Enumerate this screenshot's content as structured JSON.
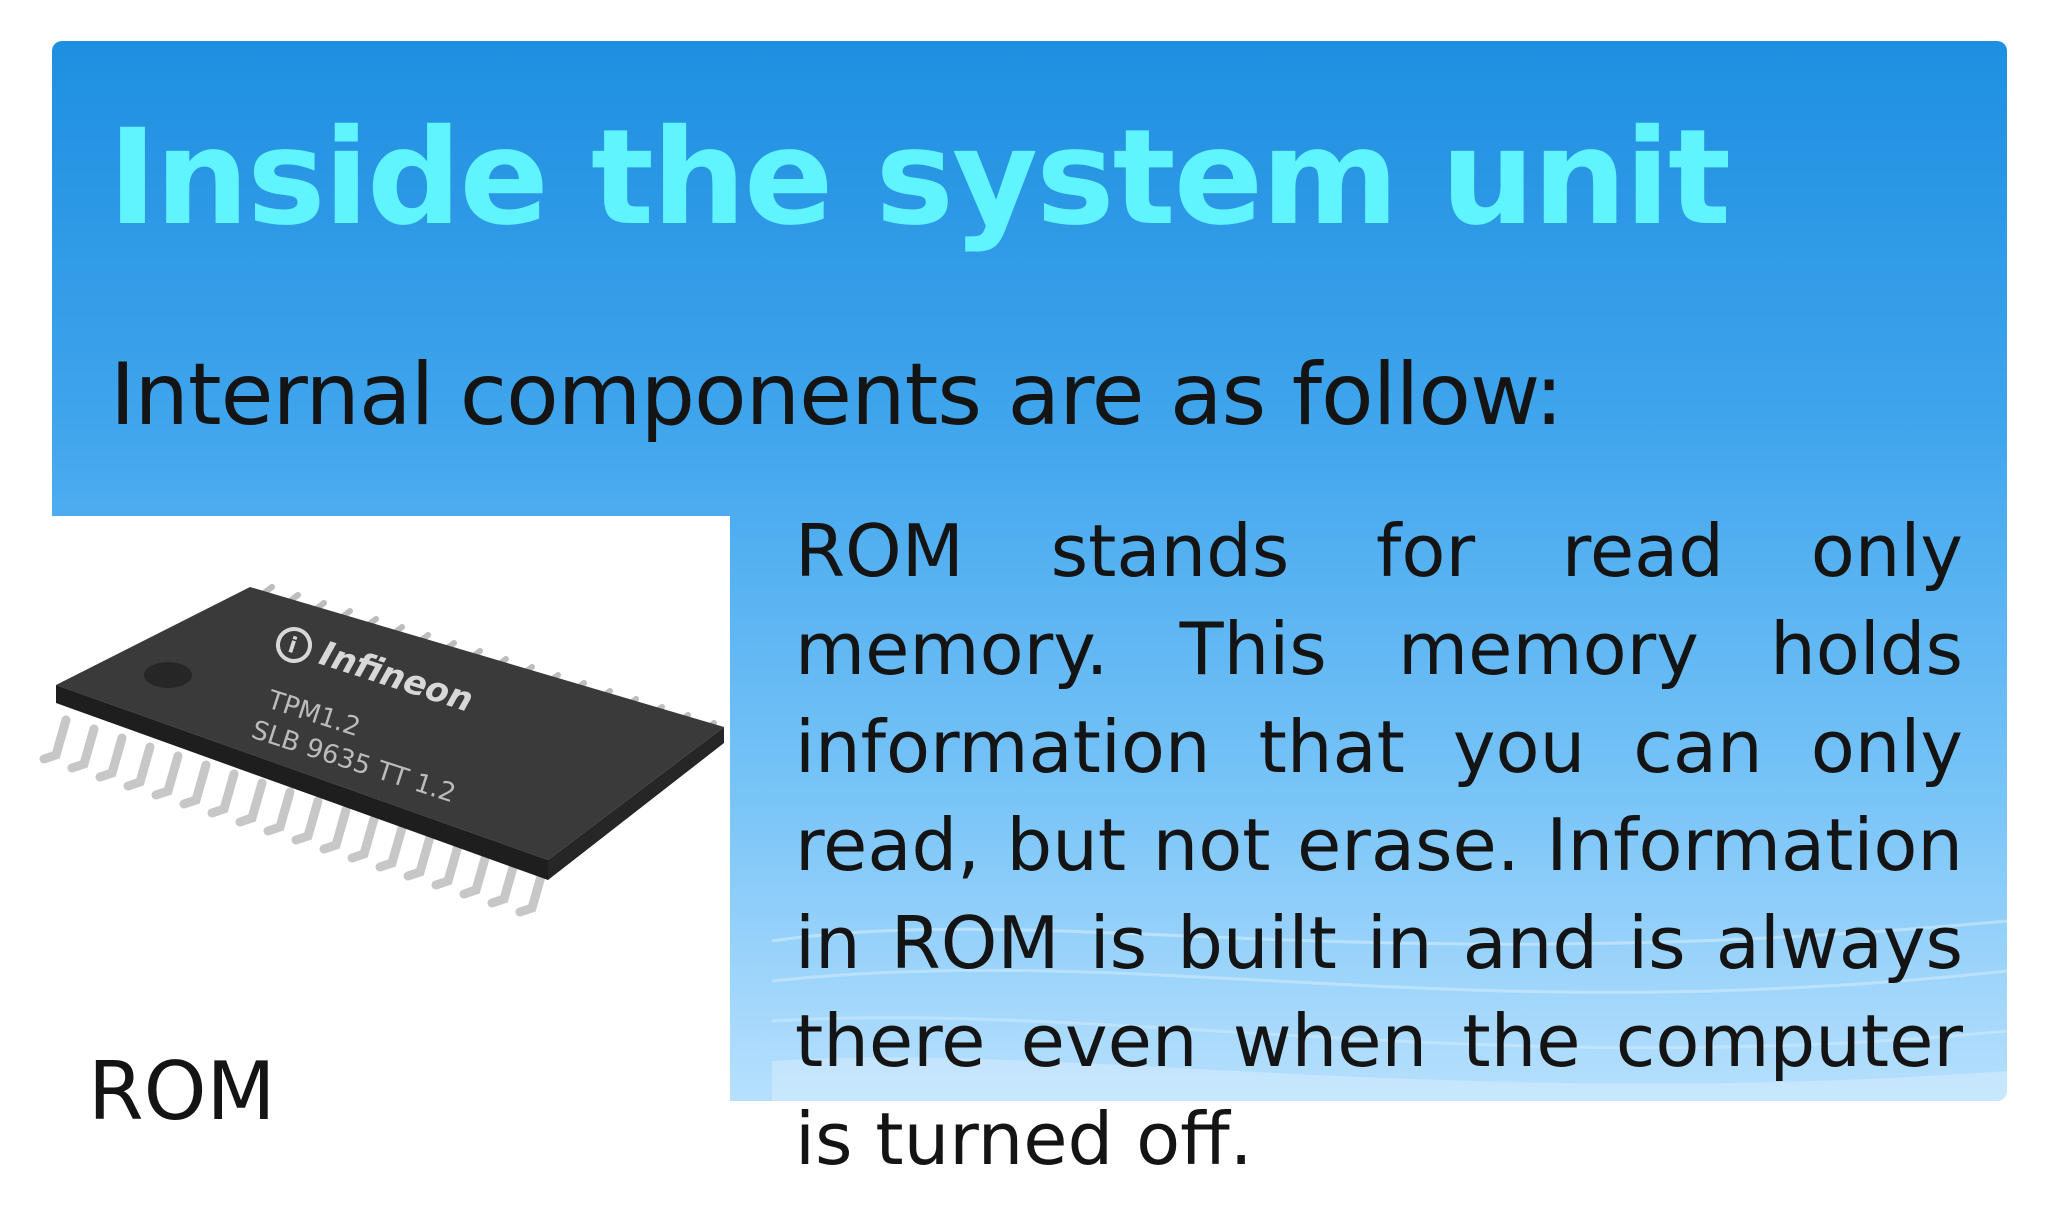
{
  "slide": {
    "title": "Inside the system unit",
    "subtitle": "Internal components are as follow:",
    "image_caption": "ROM",
    "body": "ROM stands for read only memory. This memory holds information that you can only read, but not erase. Information in ROM is built in and is always there even when the computer is turned off."
  },
  "chip": {
    "brand_text": "Infineon",
    "model_line_1": "TPM1.2",
    "model_line_2": "SLB 9635 TT 1.2"
  },
  "colors": {
    "title": "#5ff4ff",
    "panel_top": "#1e8fe0",
    "panel_bottom": "#b7e0fd",
    "body_text": "#141414"
  }
}
